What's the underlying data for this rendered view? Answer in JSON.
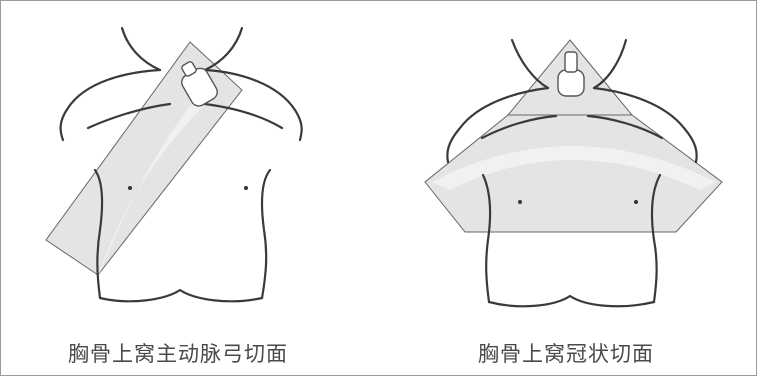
{
  "figure": {
    "panels": [
      {
        "id": "left",
        "caption": "胸骨上窝主动脉弓切面"
      },
      {
        "id": "right",
        "caption": "胸骨上窝冠状切面"
      }
    ]
  },
  "colors": {
    "outline": "#3a3a3a",
    "plane_fill": "#e4e4e4",
    "beam_fill": "#f1f1f1",
    "caption": "#4a4a4a",
    "frame": "#9a9a9a"
  },
  "icons": [
    "ultrasound-probe-icon"
  ]
}
